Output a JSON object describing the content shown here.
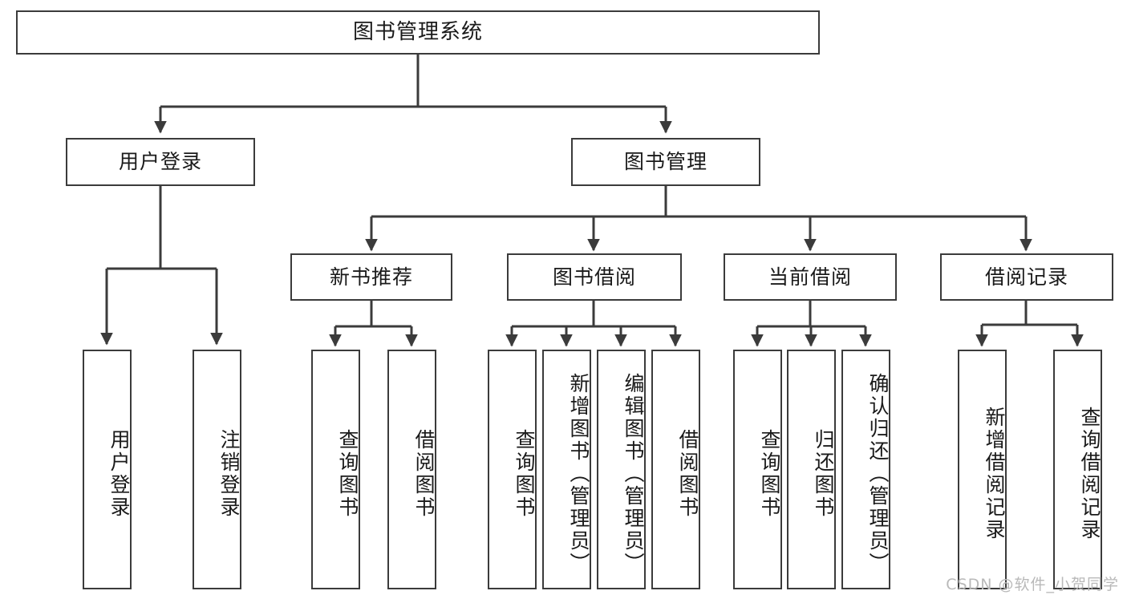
{
  "diagram": {
    "title": "图书管理系统",
    "type": "tree-hierarchy-diagram",
    "stroke_color": "#3b3b3b",
    "fill_color": "#ffffff",
    "text_color": "#1a1a1a"
  },
  "nodes": {
    "root": {
      "label": "图书管理系统"
    },
    "level2": [
      {
        "label": "用户登录"
      },
      {
        "label": "图书管理"
      }
    ],
    "level3": [
      {
        "label": "新书推荐"
      },
      {
        "label": "图书借阅"
      },
      {
        "label": "当前借阅"
      },
      {
        "label": "借阅记录"
      }
    ],
    "leaves": {
      "user_login": [
        {
          "label": "用户登录"
        },
        {
          "label": "注销登录"
        }
      ],
      "new_book_recommend": [
        {
          "label": "查询图书"
        },
        {
          "label": "借阅图书"
        }
      ],
      "book_borrow": [
        {
          "label": "查询图书"
        },
        {
          "label": "新增图书（管理员）"
        },
        {
          "label": "编辑图书（管理员）"
        },
        {
          "label": "借阅图书"
        }
      ],
      "current_borrow": [
        {
          "label": "查询图书"
        },
        {
          "label": "归还图书"
        },
        {
          "label": "确认归还（管理员）"
        }
      ],
      "borrow_record": [
        {
          "label": "新增借阅记录"
        },
        {
          "label": "查询借阅记录"
        }
      ]
    }
  },
  "watermark": {
    "text": "CSDN @软件_小贺同学"
  }
}
